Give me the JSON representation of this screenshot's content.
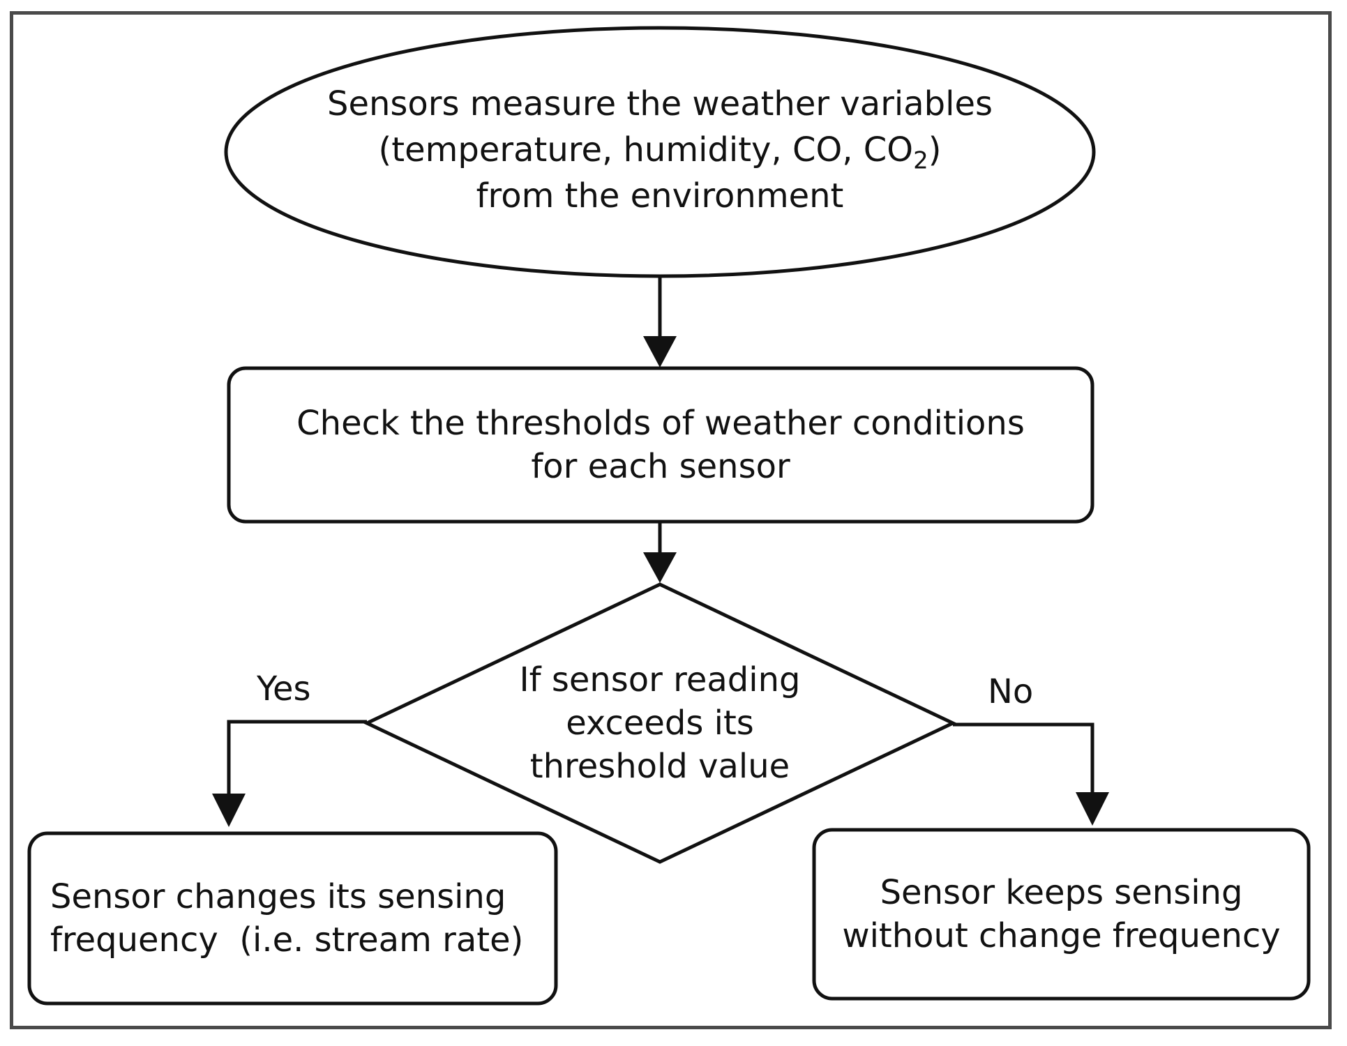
{
  "diagram": {
    "start_node": {
      "line1": "Sensors measure the weather variables",
      "line2_prefix": "(temperature, humidity, CO, CO",
      "line2_subscript": "2",
      "line2_suffix": ")",
      "line3": "from the environment"
    },
    "check_node": {
      "line1": "Check the thresholds of weather conditions",
      "line2": "for each sensor"
    },
    "decision_node": {
      "line1": "If sensor reading",
      "line2": "exceeds its",
      "line3": "threshold value"
    },
    "yes_node": {
      "line1": "Sensor changes its sensing",
      "line2": "frequency  (i.e. stream rate)"
    },
    "no_node": {
      "line1": "Sensor keeps sensing",
      "line2": "without change frequency"
    },
    "edges": {
      "yes_label": "Yes",
      "no_label": "No"
    },
    "colors": {
      "stroke": "#111111",
      "frame": "#4a4a4a",
      "background": "#ffffff"
    }
  }
}
